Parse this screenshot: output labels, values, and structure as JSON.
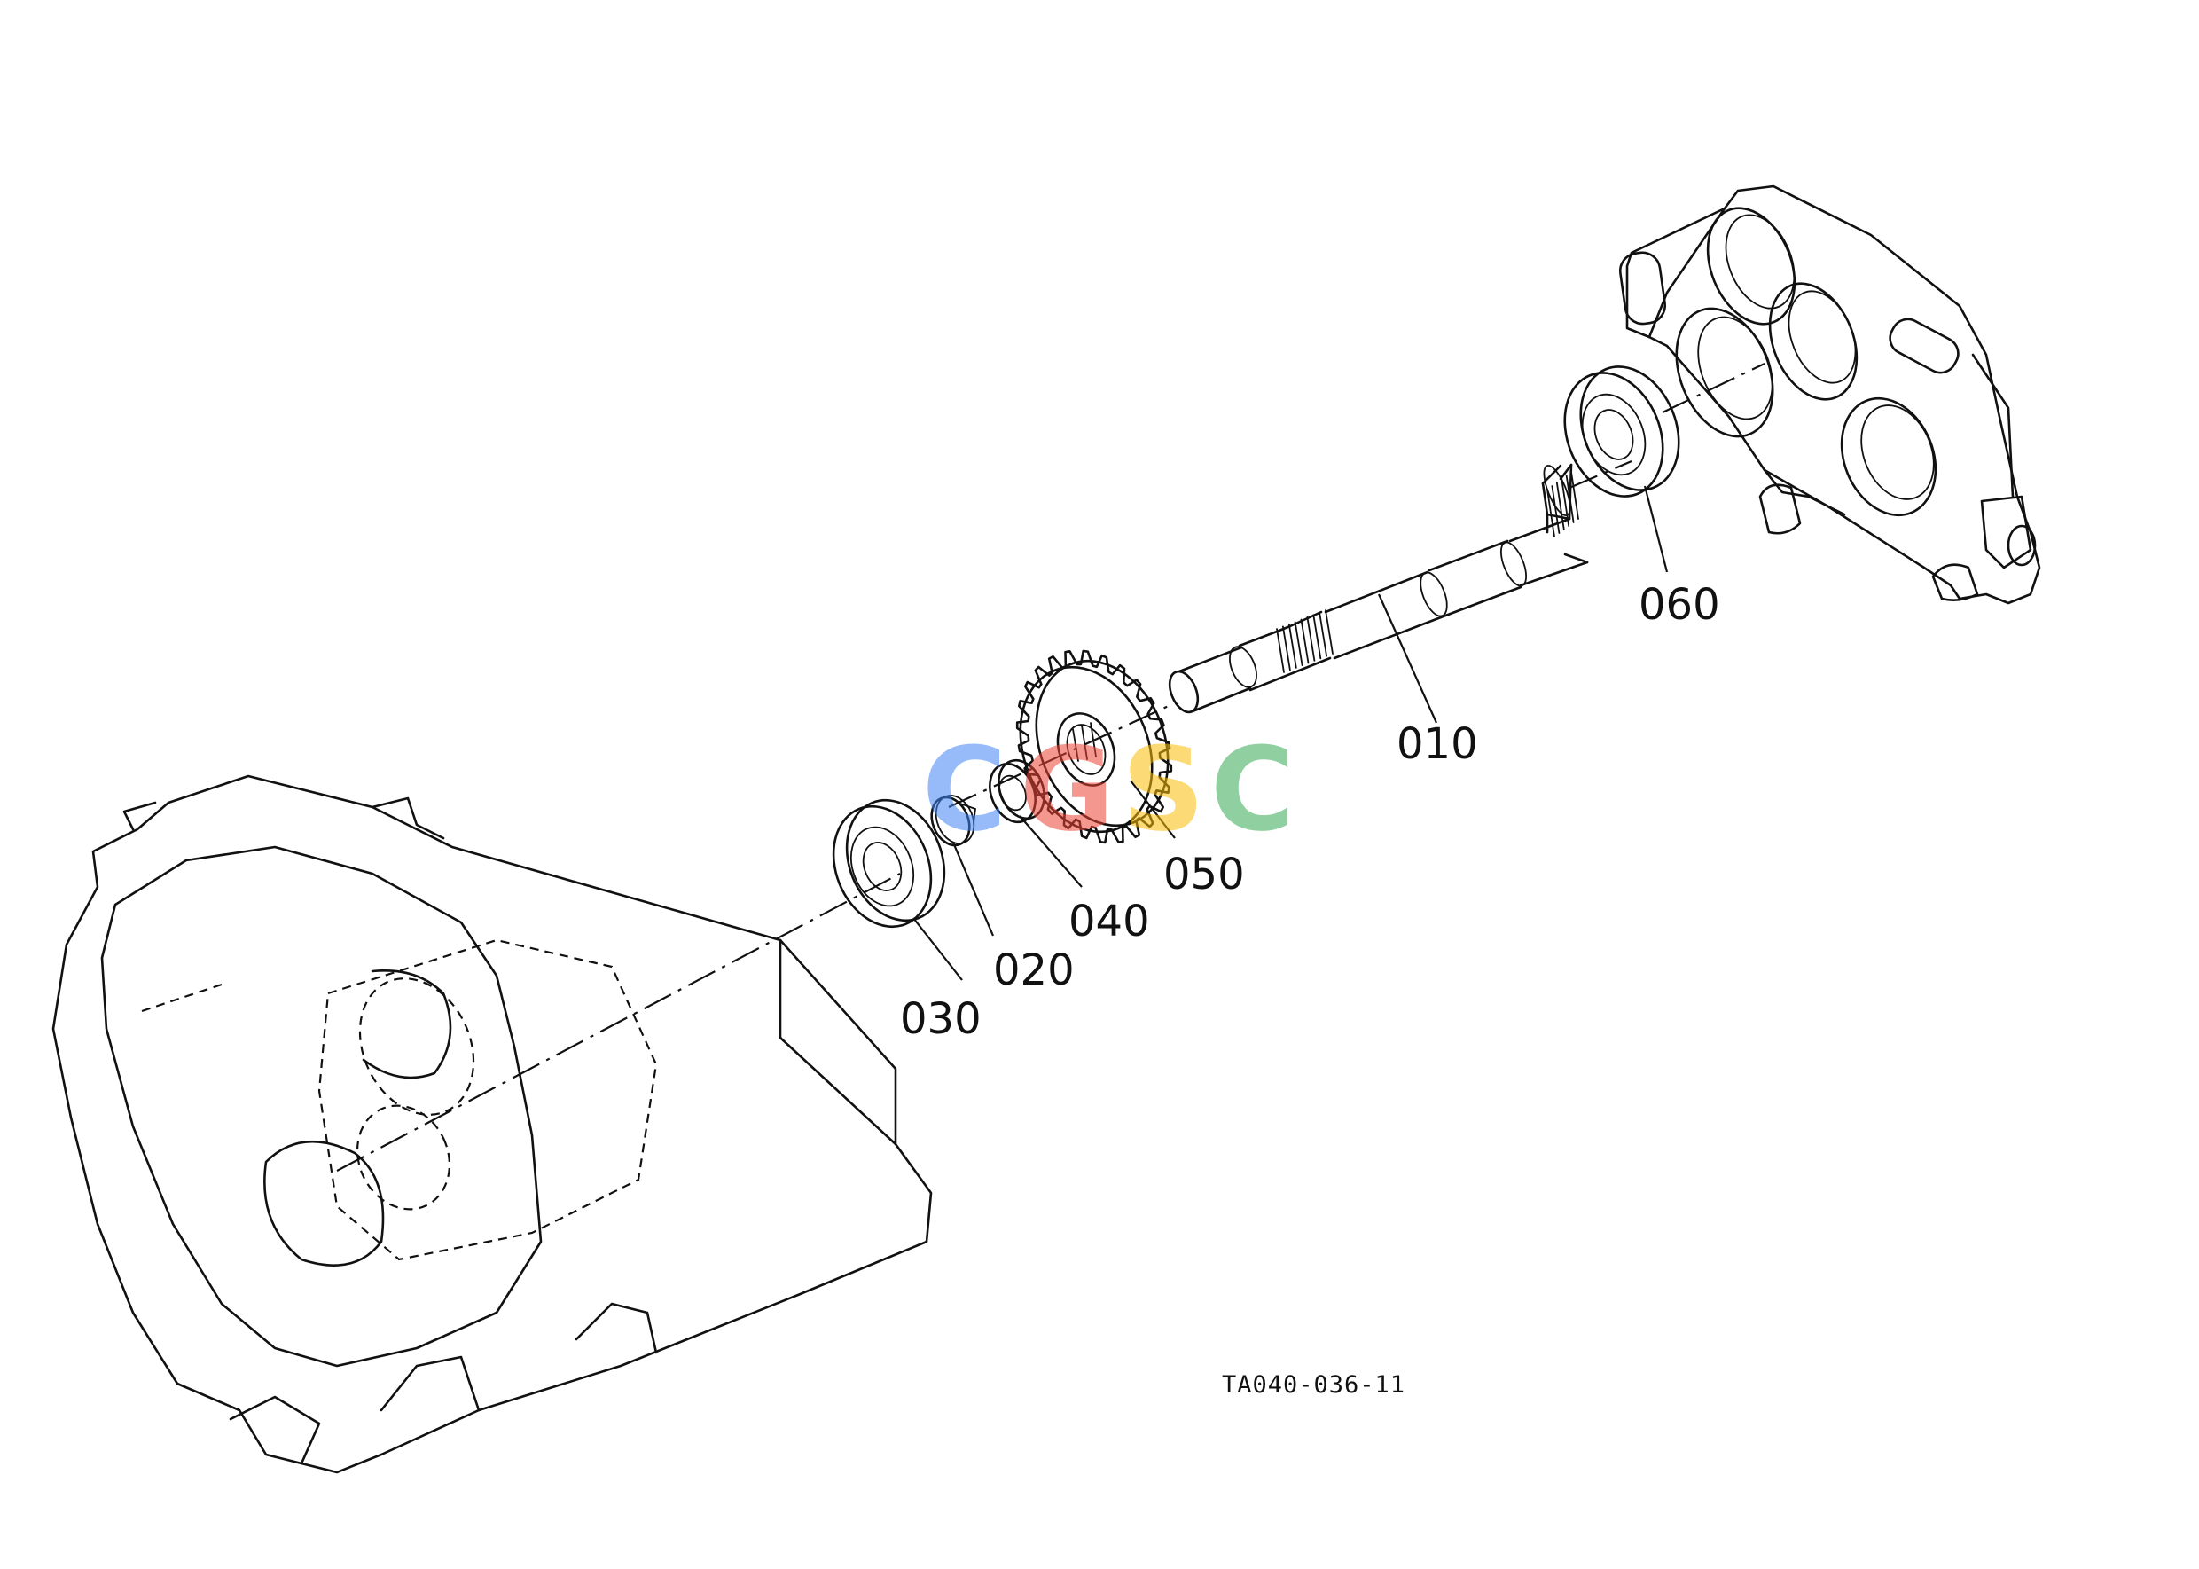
{
  "diagram": {
    "drawing_number": "TA040-036-11",
    "watermark": {
      "letters": [
        "C",
        "G",
        "S",
        "C"
      ],
      "colors": [
        "#4285f4",
        "#ea4335",
        "#fbbc05",
        "#34a853"
      ]
    },
    "callouts": [
      {
        "id": "010",
        "label": "010",
        "part": "shaft"
      },
      {
        "id": "020",
        "label": "020",
        "part": "circlip"
      },
      {
        "id": "030",
        "label": "030",
        "part": "ball-bearing-front"
      },
      {
        "id": "040",
        "label": "040",
        "part": "collar"
      },
      {
        "id": "050",
        "label": "050",
        "part": "gear"
      },
      {
        "id": "060",
        "label": "060",
        "part": "ball-bearing-rear"
      }
    ]
  }
}
